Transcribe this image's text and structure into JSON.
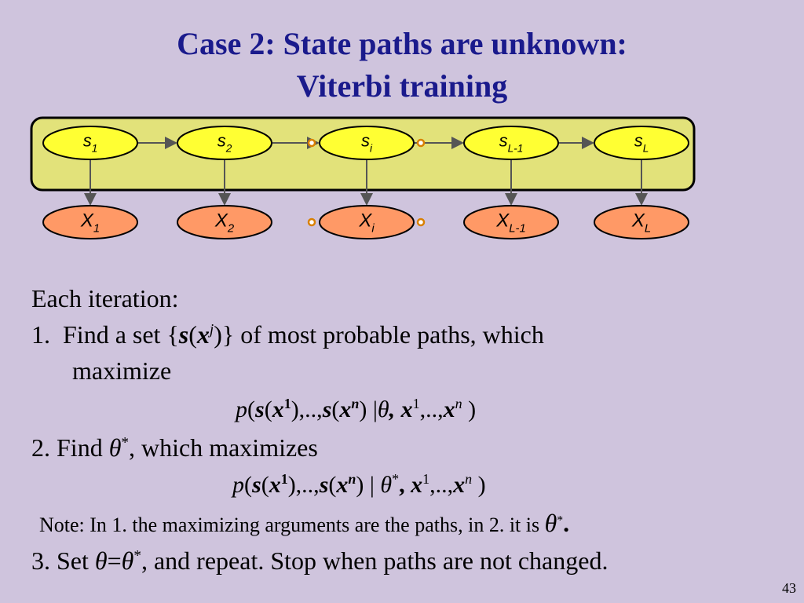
{
  "title": {
    "line1": "Case 2: State paths are unknown:",
    "line2": "Viterbi training"
  },
  "diagram": {
    "states": [
      {
        "label": "s",
        "sub": "1"
      },
      {
        "label": "s",
        "sub": "2"
      },
      {
        "label": "s",
        "sub": "i"
      },
      {
        "label": "s",
        "sub": "L-1"
      },
      {
        "label": "s",
        "sub": "L"
      }
    ],
    "observations": [
      {
        "label": "X",
        "sub": "1"
      },
      {
        "label": "X",
        "sub": "2"
      },
      {
        "label": "X",
        "sub": "i"
      },
      {
        "label": "X",
        "sub": "L-1"
      },
      {
        "label": "X",
        "sub": "L"
      }
    ],
    "colors": {
      "box": "#e2e27a",
      "state": "#ffff33",
      "obs": "#ff9966",
      "edge": "#000000",
      "arrow": "#555555",
      "dot": "#d98000"
    }
  },
  "body": {
    "intro": "Each iteration:",
    "step1_num": "1.",
    "step1_a": "Find a set {",
    "step1_s": "s",
    "step1_paren_open": "(",
    "step1_x": "x",
    "step1_j": "j",
    "step1_b": ")} of most probable paths, which",
    "step1_c": "maximize",
    "eq1": {
      "p": "p",
      "open": "(",
      "s": "s",
      "x": "x",
      "sup1": "1",
      "mid": "),..,",
      "supn": "n",
      "bar": ") |",
      "theta": "θ",
      "comma": ",",
      "plain_x": "x",
      "sep": ",..,",
      "close": " )"
    },
    "step2_a": "2. Find ",
    "step2_theta": "θ",
    "step2_star": "*",
    "step2_b": ", which maximizes",
    "eq2_bar": ") | ",
    "note_a": "Note: In 1. the maximizing arguments are the paths, in 2. it is ",
    "note_theta": "θ",
    "note_star": "*",
    "note_end": ".",
    "step3_a": "3. Set ",
    "step3_theta": "θ",
    "step3_eq": "=",
    "step3_b": ", and repeat. Stop when paths are not changed."
  },
  "page_number": "43"
}
